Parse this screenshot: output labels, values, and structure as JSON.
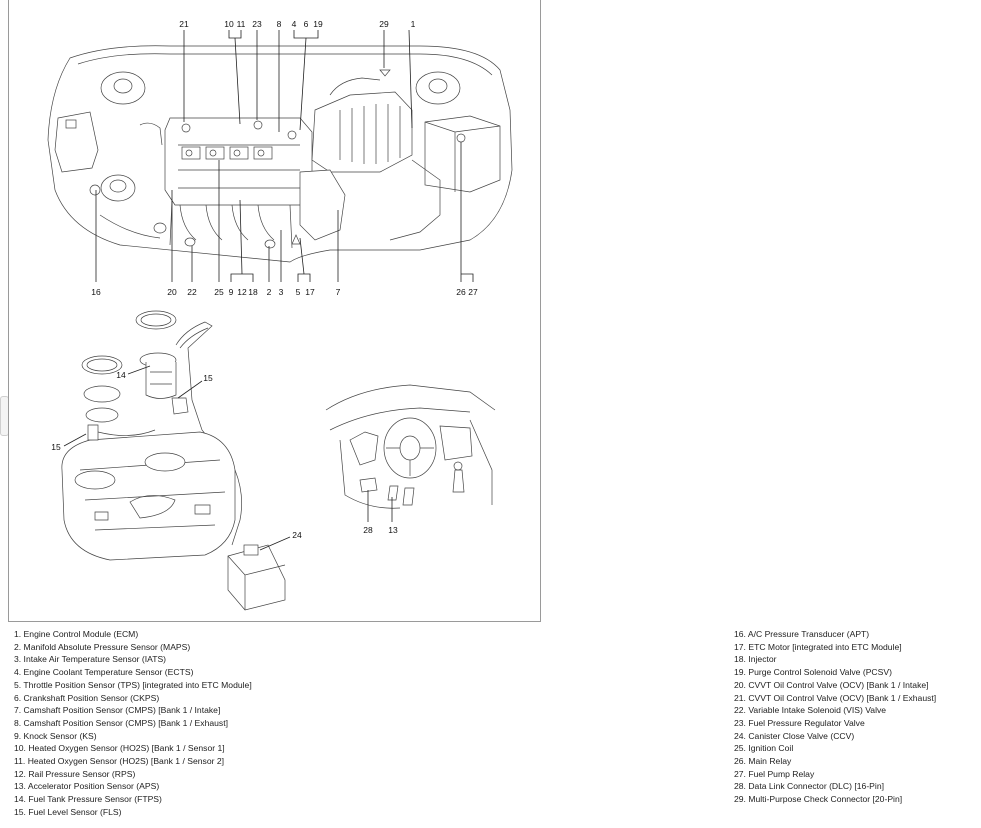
{
  "engine_callouts": {
    "c21": "21",
    "c10": "10",
    "c11": "11",
    "c23": "23",
    "c8": "8",
    "c4": "4",
    "c6": "6",
    "c19": "19",
    "c29": "29",
    "c1": "1",
    "c16": "16",
    "c20": "20",
    "c22": "22",
    "c25": "25",
    "c9": "9",
    "c12": "12",
    "c18": "18",
    "c2": "2",
    "c3": "3",
    "c5": "5",
    "c17": "17",
    "c7": "7",
    "c26": "26",
    "c27": "27"
  },
  "fuel_callouts": {
    "c14": "14",
    "c15a": "15",
    "c15b": "15",
    "c24": "24"
  },
  "cabin_callouts": {
    "c28": "28",
    "c13": "13"
  },
  "legend_left": [
    "1. Engine Control Module (ECM)",
    "2. Manifold Absolute Pressure Sensor (MAPS)",
    "3. Intake Air Temperature Sensor (IATS)",
    "4. Engine Coolant Temperature Sensor (ECTS)",
    "5. Throttle Position Sensor (TPS) [integrated into ETC Module]",
    "6. Crankshaft Position Sensor (CKPS)",
    "7. Camshaft Position Sensor (CMPS) [Bank 1 / Intake]",
    "8. Camshaft Position Sensor (CMPS) [Bank 1 / Exhaust]",
    "9. Knock Sensor (KS)",
    "10. Heated Oxygen Sensor (HO2S) [Bank 1 / Sensor 1]",
    "11. Heated Oxygen Sensor (HO2S) [Bank 1 / Sensor 2]",
    "12. Rail Pressure Sensor (RPS)",
    "13. Accelerator Position Sensor (APS)",
    "14. Fuel Tank Pressure Sensor (FTPS)",
    "15. Fuel Level Sensor (FLS)"
  ],
  "legend_right": [
    "16. A/C Pressure Transducer (APT)",
    "17. ETC Motor [integrated into ETC Module]",
    "18. Injector",
    "19. Purge Control Solenoid Valve (PCSV)",
    "20. CVVT Oil Control Valve (OCV) [Bank 1 / Intake]",
    "21. CVVT Oil Control Valve (OCV) [Bank 1 / Exhaust]",
    "22. Variable Intake Solenoid (VIS) Valve",
    "23. Fuel Pressure Regulator Valve",
    "24. Canister Close Valve (CCV)",
    "25. Ignition Coil",
    "26. Main Relay",
    "27. Fuel Pump Relay",
    "28. Data Link Connector (DLC) [16-Pin]",
    "29. Multi-Purpose Check Connector [20-Pin]"
  ]
}
